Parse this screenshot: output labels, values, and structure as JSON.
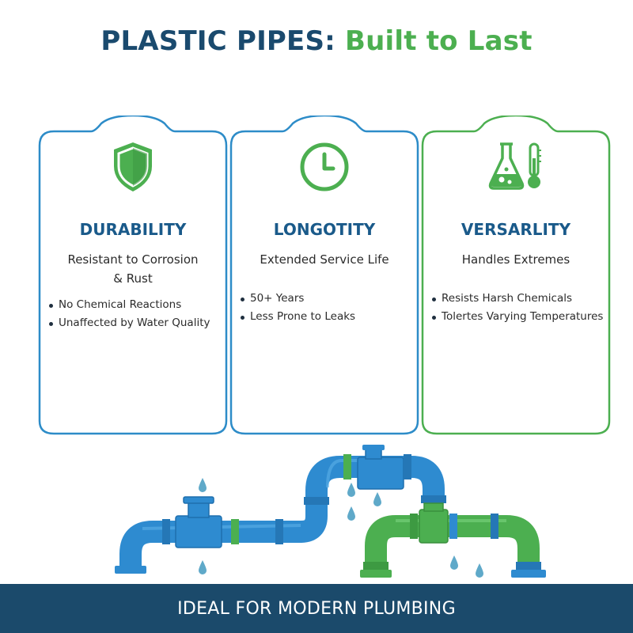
{
  "title": {
    "part1": "PLASTIC PIPES:",
    "part2": "Built to Last"
  },
  "cards": [
    {
      "heading": "DURABILITY",
      "subtitle_line1": "Resistant to Corrosion",
      "subtitle_line2": "& Rust",
      "bullets": [
        "No Chemical Reactions",
        "Unaffected by Water Quality"
      ],
      "icon": "shield-icon",
      "color": "#2d8cc8"
    },
    {
      "heading": "LONGOTITY",
      "subtitle_line1": "Extended Service Life",
      "subtitle_line2": "",
      "bullets": [
        "50+ Years",
        "Less Prone to Leaks"
      ],
      "icon": "clock-icon",
      "color": "#2d8cc8"
    },
    {
      "heading": "VERSARLITY",
      "subtitle_line1": "Handles Extremes",
      "subtitle_line2": "",
      "bullets": [
        "Resists Harsh Chemicals",
        "Tolertes Varying Temperatures"
      ],
      "icon": "flask-thermometer-icon",
      "color": "#4caf50"
    }
  ],
  "banner": {
    "text": "IDEAL FOR MODERN PLUMBING"
  },
  "colors": {
    "navy": "#1a4a6e",
    "blue": "#2d8cc8",
    "green": "#4caf50",
    "banner": "#1b4a6b",
    "water": "#5fa9c9"
  }
}
